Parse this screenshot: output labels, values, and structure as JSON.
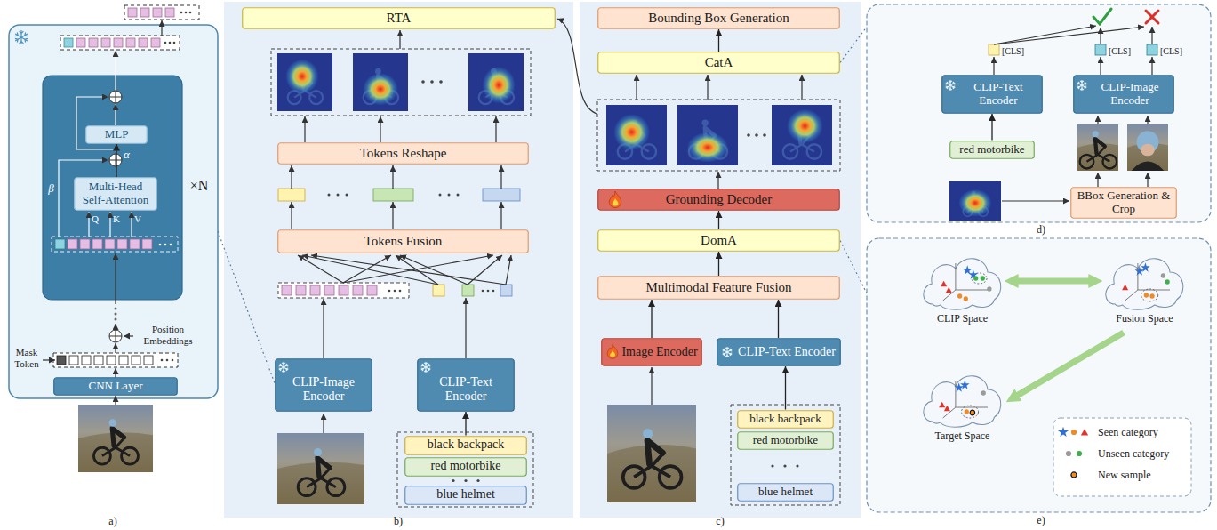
{
  "diagram": {
    "nodes": [
      {
        "text": [
          "a)"
        ]
      },
      {
        "text": [
          "×N"
        ],
        "in": 0
      },
      {
        "text": [
          "MLP"
        ],
        "in": 1
      },
      {
        "text": [
          "Multi-Head Self-Attention"
        ],
        "in": 1
      },
      {
        "text": [
          "CNN Layer"
        ],
        "in": 0
      },
      {
        "text": [
          "b)"
        ]
      },
      {
        "text": [
          "RTA"
        ],
        "in": 5
      },
      {
        "text": [
          "Tokens Reshape"
        ],
        "in": 5
      },
      {
        "text": [
          "Tokens Fusion"
        ],
        "in": 5
      },
      {
        "text": [
          "CLIP-Image Encoder"
        ],
        "in": 5
      },
      {
        "text": [
          "CLIP-Text Encoder"
        ],
        "in": 5
      },
      {
        "text": [
          "black backpack"
        ],
        "in": 5
      },
      {
        "text": [
          "red motorbike"
        ],
        "in": 5
      },
      {
        "text": [
          "blue helmet"
        ],
        "in": 5
      },
      {
        "text": [
          "c)"
        ]
      },
      {
        "text": [
          "Bounding Box Generation"
        ],
        "in": 14
      },
      {
        "text": [
          "CatA"
        ],
        "in": 14
      },
      {
        "text": [
          "Grounding Decoder"
        ],
        "in": 14
      },
      {
        "text": [
          "DomA"
        ],
        "in": 14
      },
      {
        "text": [
          "Multimodal Feature Fusion"
        ],
        "in": 14
      },
      {
        "text": [
          "Image Encoder"
        ],
        "in": 14
      },
      {
        "text": [
          "CLIP-Text Encoder"
        ],
        "in": 14
      },
      {
        "text": [
          "black backpack"
        ],
        "in": 14
      },
      {
        "text": [
          "red motorbike"
        ],
        "in": 14
      },
      {
        "text": [
          "blue helmet"
        ],
        "in": 14
      },
      {
        "text": [
          "d)"
        ]
      },
      {
        "text": [
          "CLIP-Text Encoder"
        ],
        "in": 25
      },
      {
        "text": [
          "CLIP-Image Encoder"
        ],
        "in": 25
      },
      {
        "text": [
          "red motorbike"
        ],
        "in": 25
      },
      {
        "text": [
          "BBox Generation & Crop"
        ],
        "in": 25
      },
      {
        "text": [
          "e)"
        ]
      },
      {
        "text": [
          "CLIP Space"
        ],
        "in": 30
      },
      {
        "text": [
          "Fusion Space"
        ],
        "in": 30
      },
      {
        "text": [
          "Target Space"
        ],
        "in": 30
      }
    ],
    "edges": [
      {
        "from": 0,
        "to": 9,
        "arrow": "none"
      },
      {
        "from": 3,
        "to": 2,
        "arrow": "to"
      },
      {
        "from": 11,
        "to": 10,
        "arrow": "to"
      },
      {
        "from": 22,
        "to": 21,
        "arrow": "to"
      },
      {
        "from": 20,
        "to": 19,
        "arrow": "to"
      },
      {
        "from": 21,
        "to": 19,
        "arrow": "to"
      },
      {
        "from": 19,
        "to": 18,
        "arrow": "to"
      },
      {
        "from": 18,
        "to": 17,
        "arrow": "to"
      },
      {
        "from": 16,
        "to": 15,
        "arrow": "to"
      },
      {
        "from": 16,
        "to": 25,
        "arrow": "none"
      },
      {
        "from": 18,
        "to": 30,
        "arrow": "none"
      },
      {
        "from": 28,
        "to": 26,
        "arrow": "to"
      },
      {
        "from": 31,
        "to": 32,
        "arrow": "both"
      },
      {
        "from": 32,
        "to": 33,
        "arrow": "to"
      }
    ],
    "labels": [
      "α",
      "β",
      "Q",
      "K",
      "V",
      "Position Embeddings",
      "Mask Token",
      "[CLS]",
      "[CLS]",
      "[CLS]"
    ],
    "legend": [
      {
        "text": "Seen category"
      },
      {
        "text": "Unseen category"
      },
      {
        "text": "New sample"
      }
    ]
  }
}
